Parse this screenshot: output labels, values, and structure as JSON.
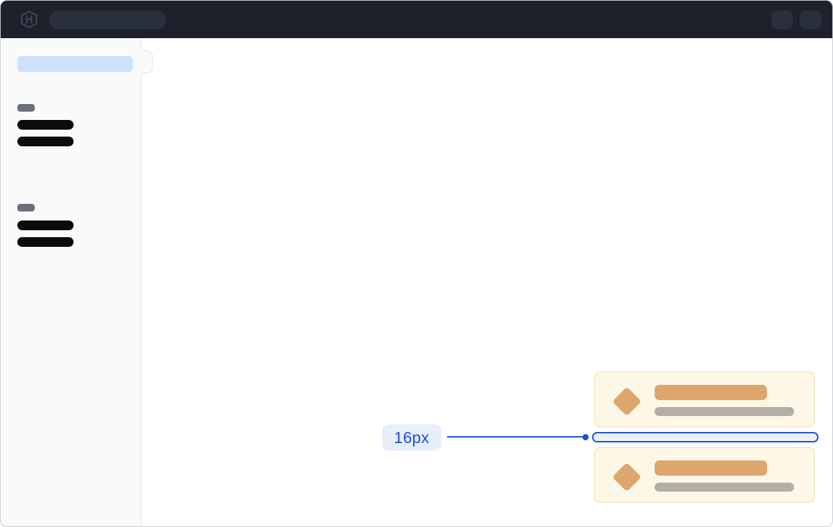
{
  "topbar": {
    "logo_icon": "hashicorp-logo",
    "search_skeleton": "empty-search-placeholder",
    "action_skeletons": [
      "topbar-action-1",
      "topbar-action-2"
    ]
  },
  "sidebar": {
    "selected_item_skeleton": "active-nav-placeholder",
    "groups": [
      {
        "label_skeleton": "section-label",
        "item_skeletons": [
          "nav-item",
          "nav-item"
        ]
      },
      {
        "label_skeleton": "section-label",
        "item_skeletons": [
          "nav-item",
          "nav-item"
        ]
      }
    ]
  },
  "main": {
    "cards": [
      {
        "icon": "diamond-icon",
        "title_skeleton": "card-title-placeholder",
        "subtitle_skeleton": "card-subtitle-placeholder"
      },
      {
        "icon": "diamond-icon",
        "title_skeleton": "card-title-placeholder",
        "subtitle_skeleton": "card-subtitle-placeholder"
      }
    ],
    "spacing_annotation": {
      "label": "16px",
      "meaning": "vertical gap between stacked cards"
    }
  },
  "colors": {
    "accent": "#1b50d8",
    "gap-fill": "#eaf1fd",
    "label-bg": "#e7eefc",
    "topbar-bg": "#1c212b",
    "topbar-skeleton": "#2a303b",
    "sidebar-bg": "#fafafa",
    "divider": "#e0e3e8",
    "selected-bg": "#cce1fc",
    "side-label": "#6b707b",
    "side-item": "#0b0c10",
    "card-bg": "#fdf7e7",
    "card-border": "#f2deae",
    "orange": "#dca66c",
    "gray-bar": "#b3afa7",
    "frame-border": "#c9cdd3"
  }
}
